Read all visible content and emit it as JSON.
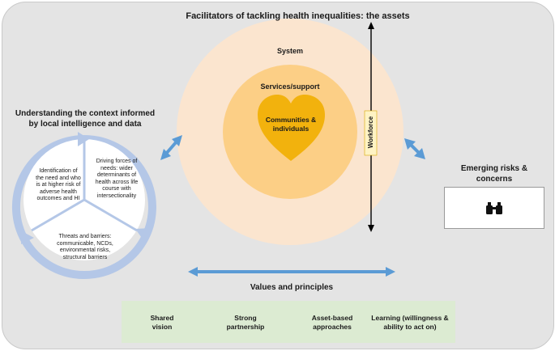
{
  "title": "Facilitators of tackling health inequalities: the assets",
  "context": {
    "heading_line1": "Understanding the context informed",
    "heading_line2": "by local intelligence and data",
    "segments": [
      {
        "lines": [
          "Identification of",
          "the need and who",
          "is at higher risk of",
          "adverse health",
          "outcomes and HI"
        ]
      },
      {
        "lines": [
          "Driving forces of",
          "needs: wider",
          "determinants of",
          "health across life",
          "course with",
          "intersectionality"
        ]
      },
      {
        "lines": [
          "Threats and barriers:",
          "communicable, NCDs,",
          "environmental risks,",
          "structural barriers"
        ]
      }
    ]
  },
  "assets": {
    "system_label": "System",
    "services_label": "Services/support",
    "communities_line1": "Communities &",
    "communities_line2": "individuals",
    "workforce_label": "Workforce"
  },
  "risks": {
    "heading_line1": "Emerging risks &",
    "heading_line2": "concerns",
    "icon": "binoculars-icon"
  },
  "values": {
    "heading": "Values and principles",
    "items": [
      {
        "line1": "Shared",
        "line2": "vision"
      },
      {
        "line1": "Strong",
        "line2": "partnership"
      },
      {
        "line1": "Asset-based",
        "line2": "approaches"
      },
      {
        "line1": "Learning (willingness &",
        "line2": "ability to act on)"
      }
    ]
  },
  "colors": {
    "background_panel": "#e4e4e4",
    "outer_circle": "#fbe5cf",
    "middle_circle": "#fccf86",
    "core_circle": "#fbc15a",
    "heart": "#f2b20d",
    "arrow_blue": "#5b9bd5",
    "cycle_ring": "#b4c7e7",
    "values_box": "#dcebd2"
  }
}
